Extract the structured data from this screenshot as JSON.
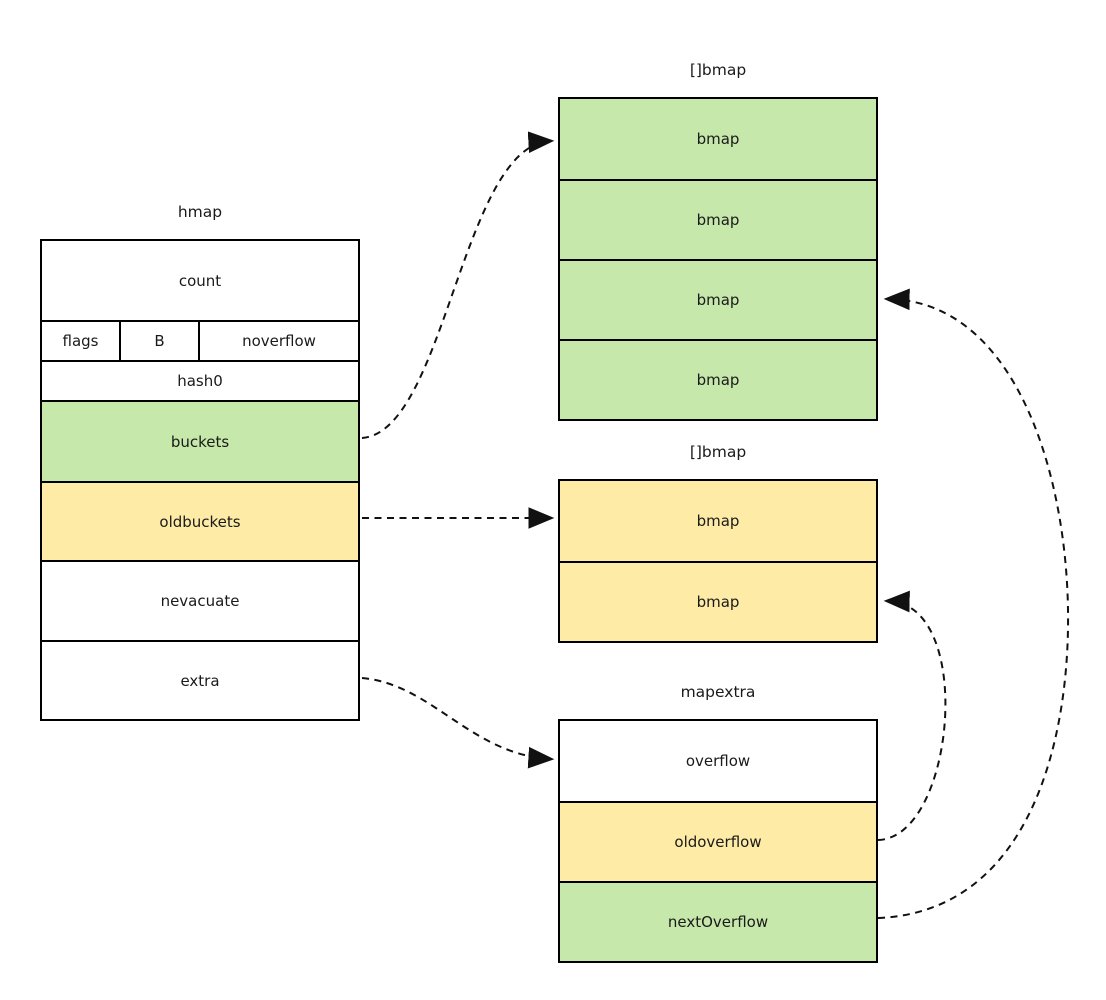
{
  "diagram": {
    "description": "Go runtime hash map internal structure",
    "colors": {
      "green": "#c6e8aa",
      "yellow": "#fdeba6",
      "white": "#ffffff",
      "border": "#000000",
      "arrow": "#111111"
    },
    "structs": {
      "hmap": {
        "title": "hmap",
        "fields": {
          "count": "count",
          "flags": "flags",
          "b": "B",
          "noverflow": "noverflow",
          "hash0": "hash0",
          "buckets": "buckets",
          "oldbuckets": "oldbuckets",
          "nevacuate": "nevacuate",
          "extra": "extra"
        }
      },
      "bucketsArray": {
        "title": "[]bmap",
        "items": [
          "bmap",
          "bmap",
          "bmap",
          "bmap"
        ]
      },
      "oldbucketsArray": {
        "title": "[]bmap",
        "items": [
          "bmap",
          "bmap"
        ]
      },
      "mapextra": {
        "title": "mapextra",
        "fields": {
          "overflow": "overflow",
          "oldoverflow": "oldoverflow",
          "nextOverflow": "nextOverflow"
        }
      }
    },
    "edges": [
      {
        "from": "hmap.buckets",
        "to": "bucketsArray[0]",
        "style": "dashed-arrow"
      },
      {
        "from": "hmap.oldbuckets",
        "to": "oldbucketsArray[0]",
        "style": "dashed-arrow"
      },
      {
        "from": "hmap.extra",
        "to": "mapextra.overflow",
        "style": "dashed-arrow"
      },
      {
        "from": "mapextra.oldoverflow",
        "to": "oldbucketsArray[1]",
        "style": "dashed-arrow"
      },
      {
        "from": "mapextra.nextOverflow",
        "to": "bucketsArray[2]",
        "style": "dashed-arrow"
      }
    ]
  }
}
